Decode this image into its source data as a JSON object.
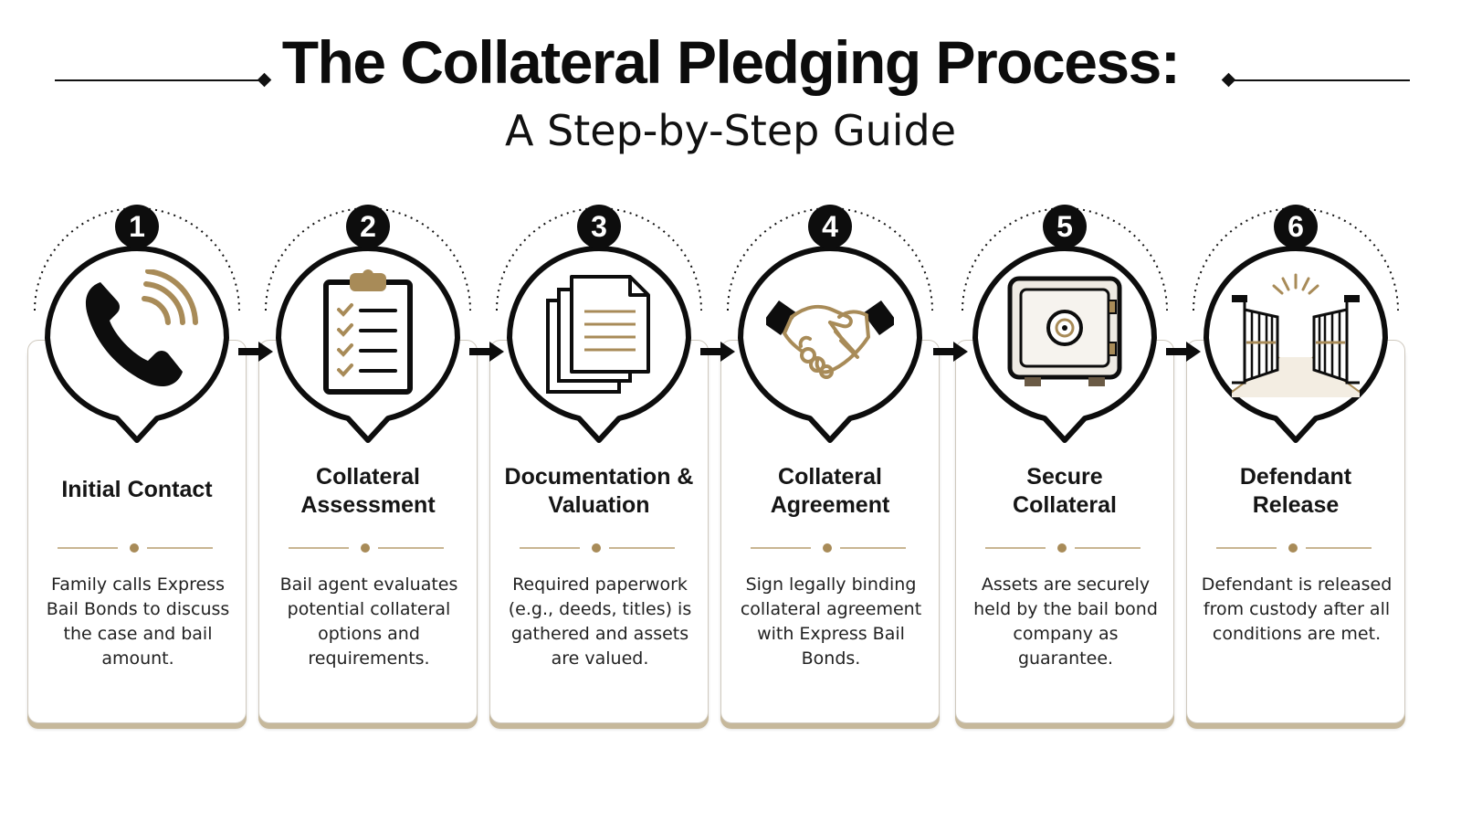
{
  "header": {
    "title": "The Collateral Pledging Process:",
    "subtitle": "A Step-by-Step Guide"
  },
  "colors": {
    "accent": "#a88b58",
    "dark": "#0d0d0d",
    "card_shadow": "#c6b89b"
  },
  "steps": [
    {
      "number": "1",
      "title": "Initial Contact",
      "description": "Family calls Express\nBail Bonds to discuss\nthe case and bail\namount.",
      "icon": "telephone-icon"
    },
    {
      "number": "2",
      "title": "Collateral\nAssessment",
      "description": "Bail agent evaluates\npotential collateral\noptions and\nrequirements.",
      "icon": "clipboard-checklist-icon"
    },
    {
      "number": "3",
      "title": "Documentation &\nValuation",
      "description": "Required paperwork\n(e.g., deeds, titles) is\ngathered and assets\nare valued.",
      "icon": "documents-icon"
    },
    {
      "number": "4",
      "title": "Collateral\nAgreement",
      "description": "Sign legally binding\ncollateral agreement\nwith Express Bail Bonds.",
      "icon": "handshake-icon"
    },
    {
      "number": "5",
      "title": "Secure\nCollateral",
      "description": "Assets are securely\nheld by the bail bond\ncompany as\nguarantee.",
      "icon": "safe-icon"
    },
    {
      "number": "6",
      "title": "Defendant\nRelease",
      "description": "Defendant is released\nfrom custody after all\nconditions are met.",
      "icon": "open-gate-icon"
    }
  ]
}
